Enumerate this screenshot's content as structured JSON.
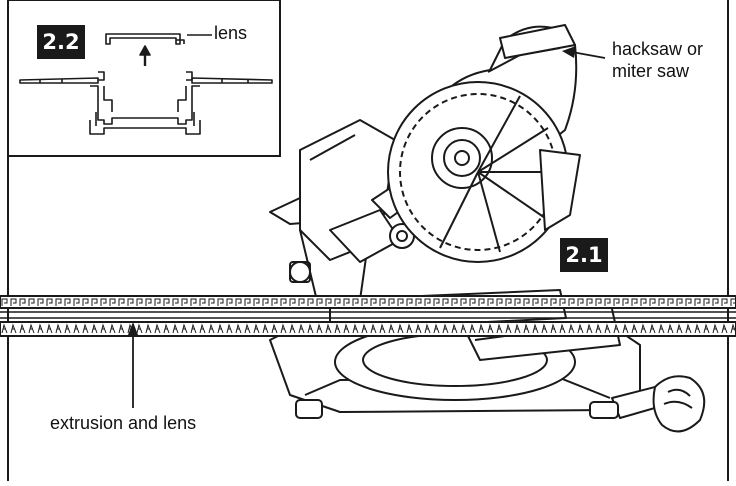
{
  "figure": {
    "main_step": "2.1",
    "inset_step": "2.2",
    "callouts": {
      "lens": "lens",
      "saw_line1": "hacksaw or",
      "saw_line2": "miter saw",
      "extrusion": "extrusion and lens"
    }
  },
  "colors": {
    "ink": "#1a1a1a",
    "badge_background": "#1a1a1a",
    "badge_text": "#ffffff",
    "background": "#ffffff"
  },
  "icons": [
    "up-arrow-icon",
    "miter-saw-illustration",
    "extrusion-profile-illustration"
  ]
}
